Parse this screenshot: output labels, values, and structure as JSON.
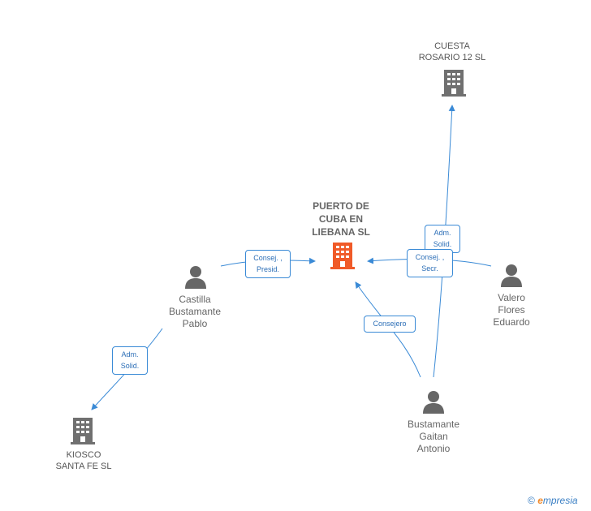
{
  "nodes": {
    "main_company": {
      "label": "PUERTO DE\nCUBA EN\nLIEBANA SL",
      "color": "#f05a28"
    },
    "cuesta": {
      "label": "CUESTA\nROSARIO 12 SL"
    },
    "kiosco": {
      "label": "KIOSCO\nSANTA FE  SL"
    },
    "castilla": {
      "label": "Castilla\nBustamante\nPablo"
    },
    "valero": {
      "label": "Valero\nFlores\nEduardo"
    },
    "bustamante": {
      "label": "Bustamante\nGaitan\nAntonio"
    }
  },
  "edges": {
    "castilla_main": "Consej. ,\nPresid.",
    "castilla_kiosco": "Adm.\nSolid.",
    "bustamante_cuesta": "Adm.\nSolid.",
    "valero_main": "Consej. ,\nSecr.",
    "bustamante_main": "Consejero"
  },
  "colors": {
    "edge": "#3a8ad6",
    "person_icon": "#666666",
    "company_icon": "#707070"
  },
  "icons": {
    "person": "person-icon",
    "company": "building-icon"
  },
  "footer": {
    "copyright": "©",
    "brand_e": "e",
    "brand_rest": "mpresia"
  }
}
